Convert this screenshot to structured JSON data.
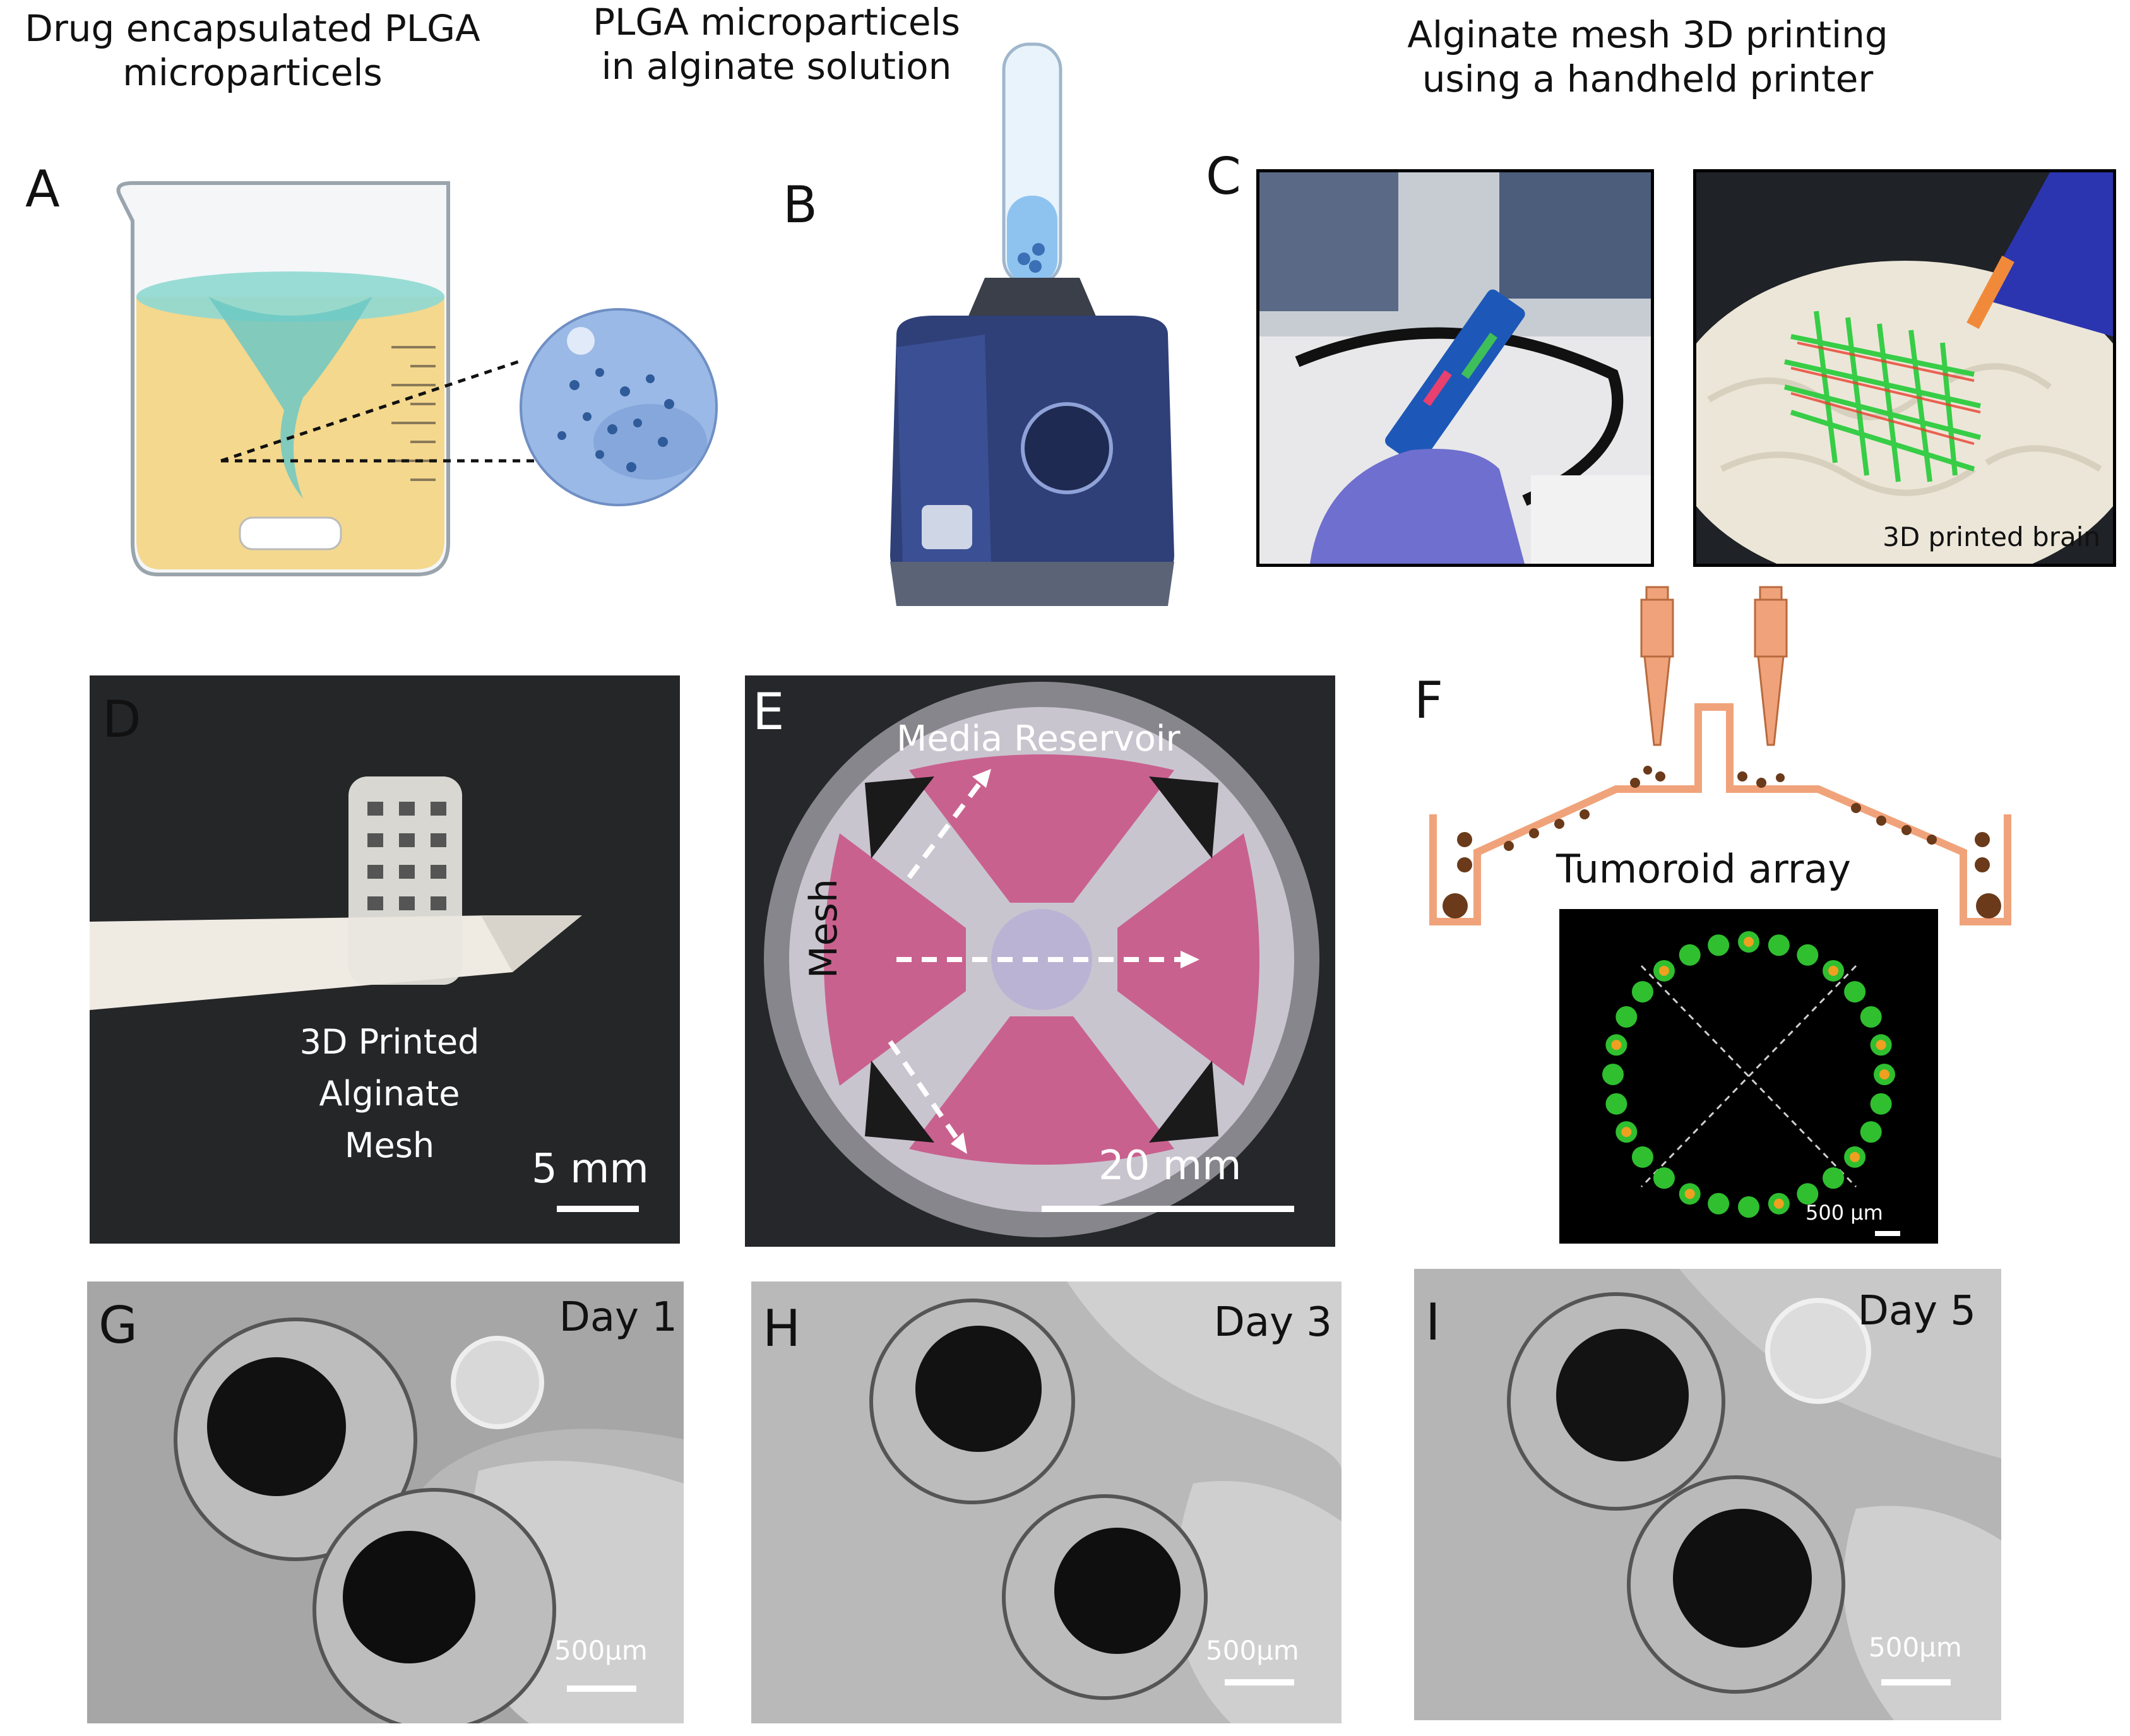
{
  "panels": {
    "A": {
      "letter": "A",
      "title_line1": "Drug encapsulated PLGA",
      "title_line2": "microparticels"
    },
    "B": {
      "letter": "B",
      "title_line1": "PLGA microparticels",
      "title_line2": "in alginate solution"
    },
    "C": {
      "letter": "C",
      "title_line1": "Alginate mesh 3D printing",
      "title_line2": "using a handheld printer",
      "photo2_caption": "3D printed brain"
    },
    "D": {
      "letter": "D",
      "caption_line1": "3D Printed",
      "caption_line2": "Alginate Mesh",
      "scale": "5 mm"
    },
    "E": {
      "letter": "E",
      "reservoir_label": "Media Reservoir",
      "mesh_label": "Mesh",
      "scale": "20 mm"
    },
    "F": {
      "letter": "F",
      "array_label": "Tumoroid array",
      "scale": "500 µm"
    },
    "G": {
      "letter": "G",
      "day": "Day 1",
      "scale": "500μm"
    },
    "H": {
      "letter": "H",
      "day": "Day 3",
      "scale": "500μm"
    },
    "I": {
      "letter": "I",
      "day": "Day 5",
      "scale": "500μm"
    }
  },
  "colors": {
    "liquid": "#f3d27a",
    "vortex": "#7fd1cf",
    "particle": "#7ea6d8",
    "device": "#2f3f78",
    "pipette": "#f0a37a",
    "tumoroid_green": "#2fbf2f",
    "tumoroid_core": "#f0a020"
  }
}
